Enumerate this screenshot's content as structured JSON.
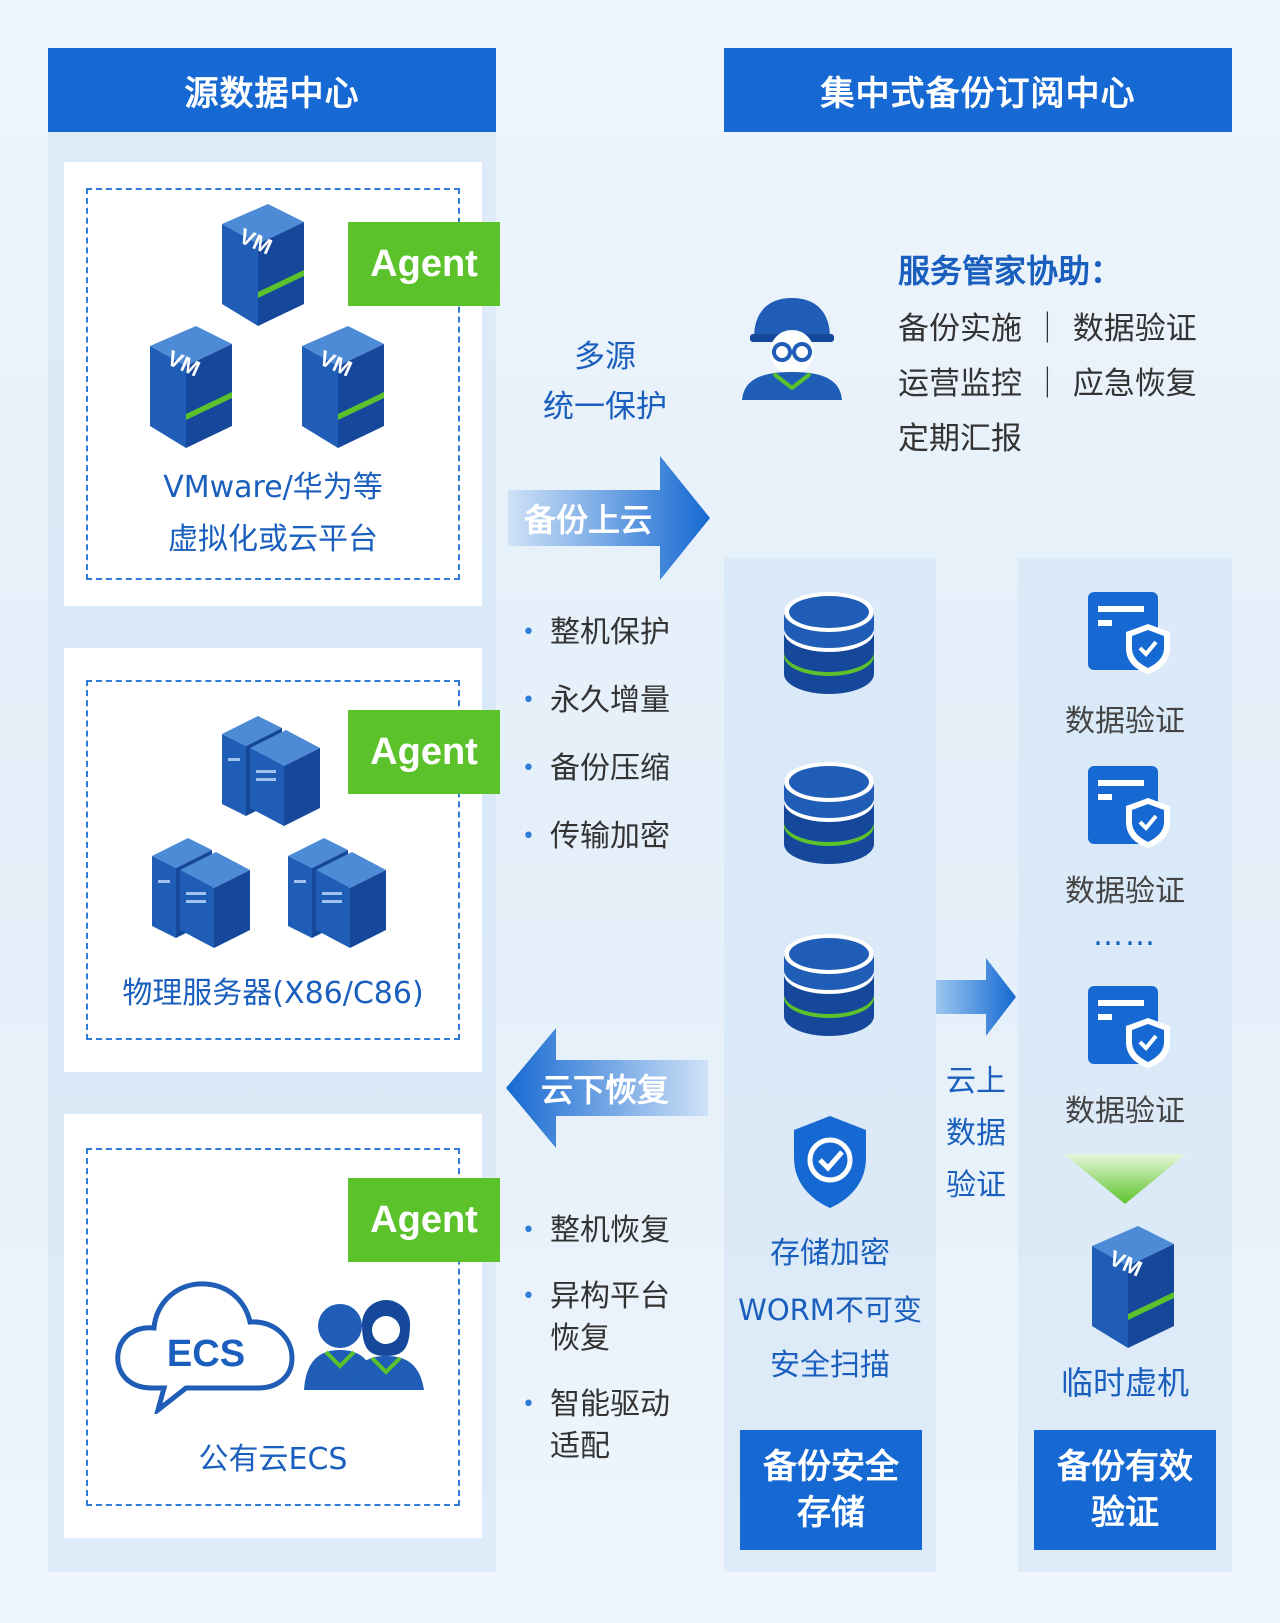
{
  "left_header": "源数据中心",
  "right_header": "集中式备份订阅中心",
  "agent_label": "Agent",
  "vm_text": "VM",
  "source1": {
    "line1": "VMware/华为等",
    "line2": "虚拟化或云平台"
  },
  "source2": {
    "line1": "物理服务器(X86/C86)"
  },
  "source3": {
    "cloud_text": "ECS",
    "line1": "公有云ECS"
  },
  "multi_source": {
    "line1": "多源",
    "line2": "统一保护"
  },
  "backup_arrow": "备份上云",
  "restore_arrow": "云下恢复",
  "backup_features": [
    "整机保护",
    "永久增量",
    "备份压缩",
    "传输加密"
  ],
  "restore_features": [
    "整机恢复",
    "异构平台恢复",
    "智能驱动适配"
  ],
  "service": {
    "title": "服务管家协助：",
    "lines": [
      "备份实施 ｜ 数据验证",
      "运营监控 ｜ 应急恢复",
      "定期汇报"
    ]
  },
  "storage_features": [
    "存储加密",
    "WORM不可变",
    "安全扫描"
  ],
  "storage_box": {
    "line1": "备份安全",
    "line2": "存储"
  },
  "cloud_verify": [
    "云上",
    "数据",
    "验证"
  ],
  "verify_items": [
    "数据验证",
    "数据验证",
    "数据验证"
  ],
  "ellipsis": "……",
  "temp_vm": "临时虚机",
  "verify_box": {
    "line1": "备份有效",
    "line2": "验证"
  },
  "colors": {
    "brand_blue": "#1669d2",
    "agent_green": "#5cc22b",
    "text_blue": "#1a5fbd"
  }
}
